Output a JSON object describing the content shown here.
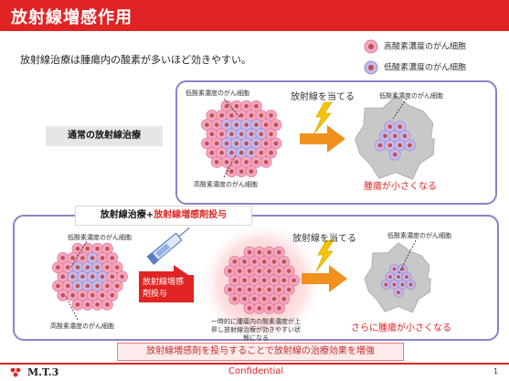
{
  "title": "放射線増感作用",
  "intro": "放射線治療は腫瘍内の酸素が多いほど効きやすい。",
  "legend": [
    {
      "label": "高酸素濃度のがん細胞",
      "color": "#f4a6c0",
      "nucleus": "#c0504d"
    },
    {
      "label": "低酸素濃度のがん細胞",
      "color": "#c7b8e8",
      "nucleus": "#c0504d"
    }
  ],
  "normal": {
    "label": "通常の放射線治療",
    "annot_low": "低酸素濃度のがん細胞",
    "annot_high": "高酸素濃度のがん細胞",
    "radiation": "放射線を当てる",
    "annot_right": "低酸素濃度のがん細胞",
    "result": "腫瘍が小さくなる"
  },
  "combo": {
    "label_prefix": "放射線治療+",
    "label_red": "放射線増感剤投与",
    "annot_low": "低酸素濃度のがん細胞",
    "annot_high": "高酸素濃度のがん細胞",
    "drug": "放射線増感剤投与",
    "radiation": "放射線を当てる",
    "annot_right": "低酸素濃度のがん細胞",
    "note": "一時的に腫瘍内の酸素濃度が上昇し放射線治療が効きやすい状態になる",
    "result": "さらに腫瘍が小さくなる"
  },
  "summary": "放射線増感剤を投与することで放射線の治療効果を増強",
  "footer": {
    "logo": "M.T.3",
    "confidential": "Confidential",
    "page": "1"
  },
  "colors": {
    "brand": "#e02424",
    "border": "#8a82c8",
    "arrow": "#f0901e",
    "bolt": "#f5c400"
  }
}
